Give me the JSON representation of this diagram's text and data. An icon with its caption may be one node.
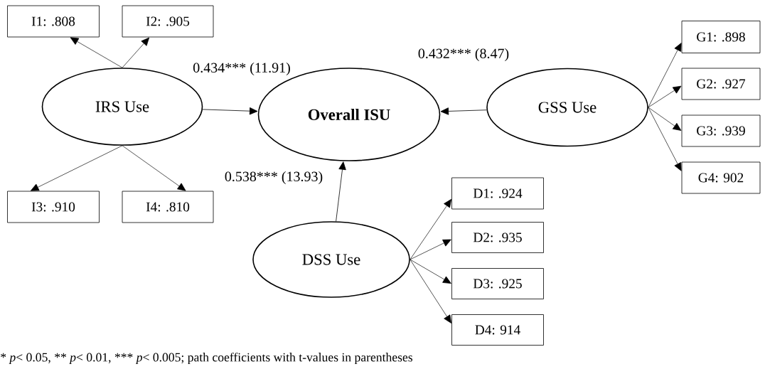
{
  "diagram": {
    "caption": "* *p*< 0.05, ** *p*< 0.01, *** *p*< 0.005; path coefficients with t-values in parentheses",
    "nodes": [
      {
        "text": [
          "IRS Use"
        ]
      },
      {
        "text": [
          "Overall ISU"
        ]
      },
      {
        "text": [
          "GSS Use"
        ]
      },
      {
        "text": [
          "DSS Use"
        ]
      },
      {
        "text": [
          "I1: .808"
        ]
      },
      {
        "text": [
          "I2: .905"
        ]
      },
      {
        "text": [
          "I3: .910"
        ]
      },
      {
        "text": [
          "I4: .810"
        ]
      },
      {
        "text": [
          "G1: .898"
        ]
      },
      {
        "text": [
          "G2: .927"
        ]
      },
      {
        "text": [
          "G3: .939"
        ]
      },
      {
        "text": [
          "G4: 902"
        ]
      },
      {
        "text": [
          "D1: .924"
        ]
      },
      {
        "text": [
          "D2: .935"
        ]
      },
      {
        "text": [
          "D3: .925"
        ]
      },
      {
        "text": [
          "D4: 914"
        ]
      }
    ],
    "edges": [
      {
        "from": 0,
        "to": 1,
        "arrow": "to",
        "label": "0.434*** (11.91)"
      },
      {
        "from": 2,
        "to": 1,
        "arrow": "to",
        "label": "0.432*** (8.47)"
      },
      {
        "from": 3,
        "to": 1,
        "arrow": "to",
        "label": "0.538*** (13.93)"
      },
      {
        "from": 0,
        "to": 4,
        "arrow": "to"
      },
      {
        "from": 0,
        "to": 5,
        "arrow": "to"
      },
      {
        "from": 0,
        "to": 6,
        "arrow": "to"
      },
      {
        "from": 0,
        "to": 7,
        "arrow": "to"
      },
      {
        "from": 2,
        "to": 8,
        "arrow": "to"
      },
      {
        "from": 2,
        "to": 9,
        "arrow": "to"
      },
      {
        "from": 2,
        "to": 10,
        "arrow": "to"
      },
      {
        "from": 2,
        "to": 11,
        "arrow": "to"
      },
      {
        "from": 3,
        "to": 12,
        "arrow": "to"
      },
      {
        "from": 3,
        "to": 13,
        "arrow": "to"
      },
      {
        "from": 3,
        "to": 14,
        "arrow": "to"
      },
      {
        "from": 3,
        "to": 15,
        "arrow": "to"
      }
    ]
  }
}
